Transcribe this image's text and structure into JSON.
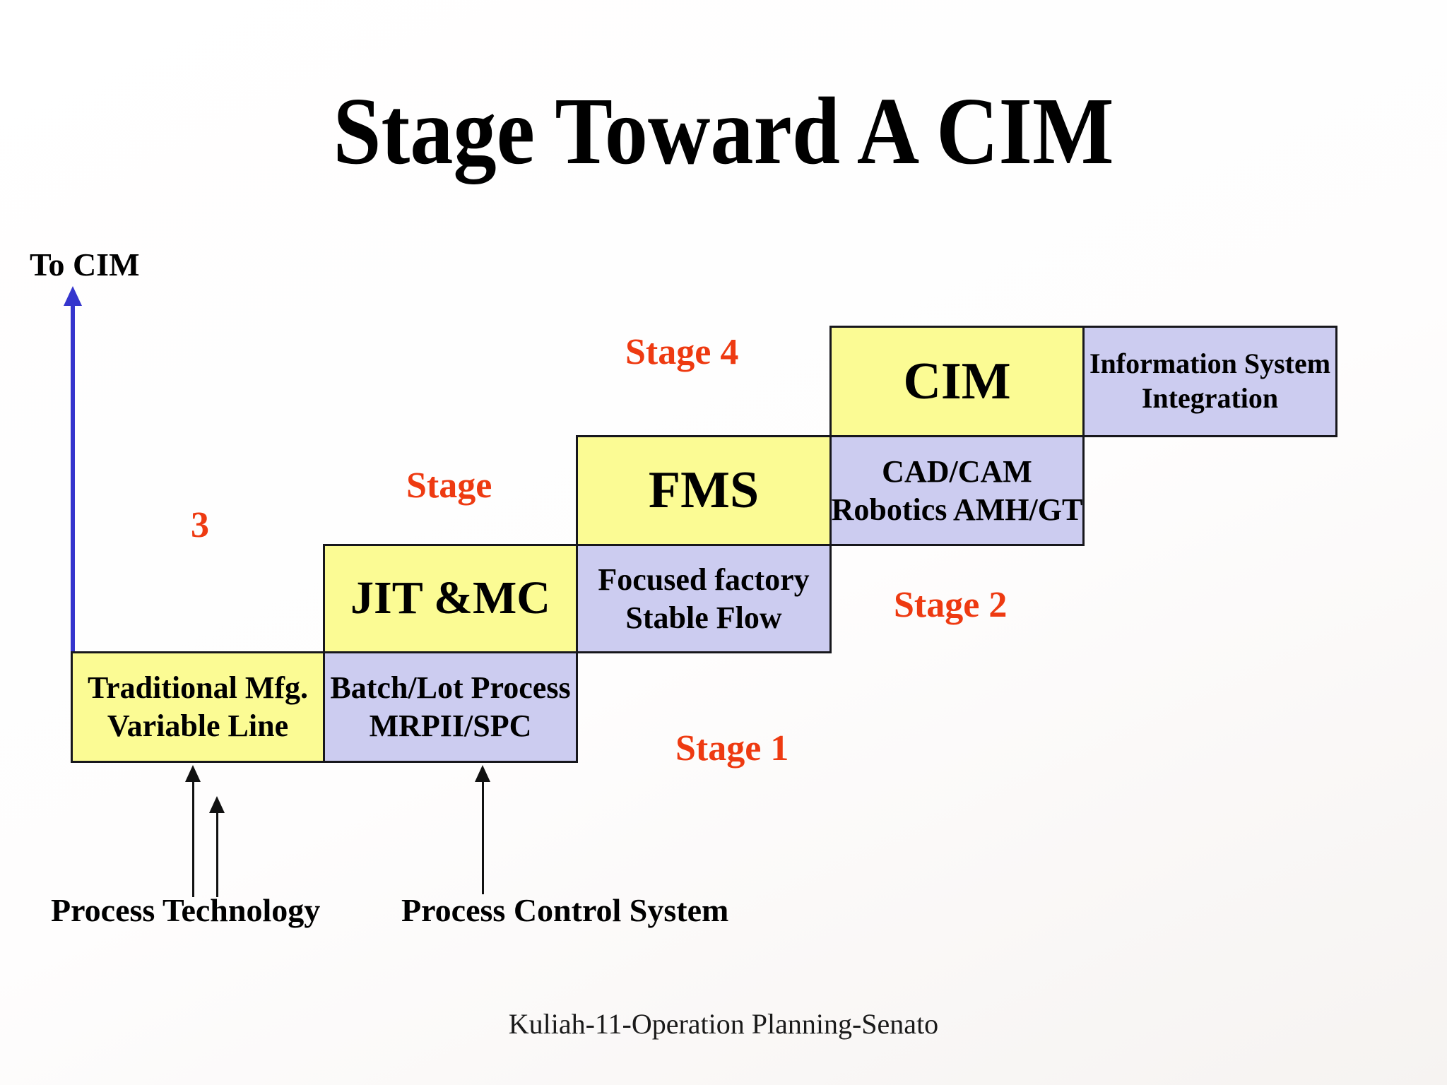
{
  "slide": {
    "title": "Stage Toward A CIM",
    "footer": "Kuliah-11-Operation Planning-Senato"
  },
  "axis": {
    "label": "To CIM"
  },
  "stages": {
    "s4": "Stage 4",
    "s3_word": "Stage",
    "s3_num": "3",
    "s2": "Stage 2",
    "s1": "Stage 1"
  },
  "boxes": {
    "traditional": {
      "line1": "Traditional Mfg.",
      "line2": "Variable Line"
    },
    "batch": {
      "line1": "Batch/Lot Process",
      "line2": "MRPII/SPC"
    },
    "jit": {
      "line1": "JIT &MC"
    },
    "focused": {
      "line1": "Focused factory",
      "line2": "Stable Flow"
    },
    "fms": {
      "line1": "FMS"
    },
    "cadcam": {
      "line1": "CAD/CAM",
      "line2": "Robotics AMH/GT"
    },
    "cim": {
      "line1": "CIM"
    },
    "info": {
      "line1": "Information System",
      "line2": "Integration"
    }
  },
  "bottom_labels": {
    "process_technology": "Process Technology",
    "process_control": "Process Control System"
  },
  "colors": {
    "step_yellow": "#fbfb94",
    "step_purple": "#ccccf0",
    "stage_red": "#ee3a11",
    "axis_blue": "#3535cd"
  }
}
